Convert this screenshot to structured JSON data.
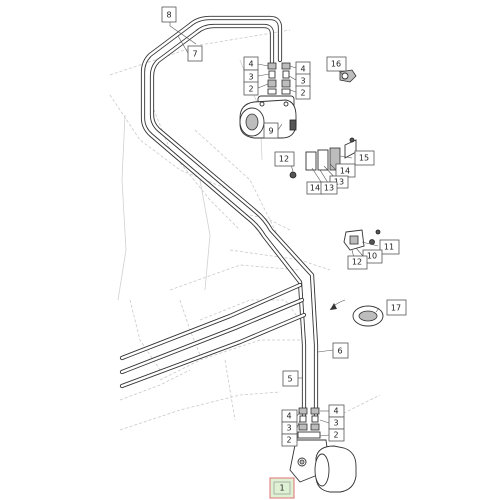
{
  "callouts": [
    {
      "id": "c8",
      "label": "8"
    },
    {
      "id": "c7",
      "label": "7"
    },
    {
      "id": "c4a",
      "label": "4"
    },
    {
      "id": "c3a",
      "label": "3"
    },
    {
      "id": "c2a",
      "label": "2"
    },
    {
      "id": "c4b",
      "label": "4"
    },
    {
      "id": "c3b",
      "label": "3"
    },
    {
      "id": "c2b",
      "label": "2"
    },
    {
      "id": "c9",
      "label": "9"
    },
    {
      "id": "c16",
      "label": "16"
    },
    {
      "id": "c12a",
      "label": "12"
    },
    {
      "id": "c15",
      "label": "15"
    },
    {
      "id": "c14a",
      "label": "14"
    },
    {
      "id": "c13a",
      "label": "13"
    },
    {
      "id": "c14b",
      "label": "14"
    },
    {
      "id": "c13b",
      "label": "13"
    },
    {
      "id": "c11",
      "label": "11"
    },
    {
      "id": "c10",
      "label": "10"
    },
    {
      "id": "c12b",
      "label": "12"
    },
    {
      "id": "c17",
      "label": "17"
    },
    {
      "id": "c6",
      "label": "6"
    },
    {
      "id": "c5",
      "label": "5"
    },
    {
      "id": "c4c",
      "label": "4"
    },
    {
      "id": "c3c",
      "label": "3"
    },
    {
      "id": "c2c",
      "label": "2"
    },
    {
      "id": "c4d",
      "label": "4"
    },
    {
      "id": "c3d",
      "label": "3"
    },
    {
      "id": "c2d",
      "label": "2"
    },
    {
      "id": "c1",
      "label": "1",
      "selected": true
    }
  ],
  "colors": {
    "selected_fill": "#dff1d4",
    "selected_border": "#e07070",
    "line": "#333333"
  }
}
